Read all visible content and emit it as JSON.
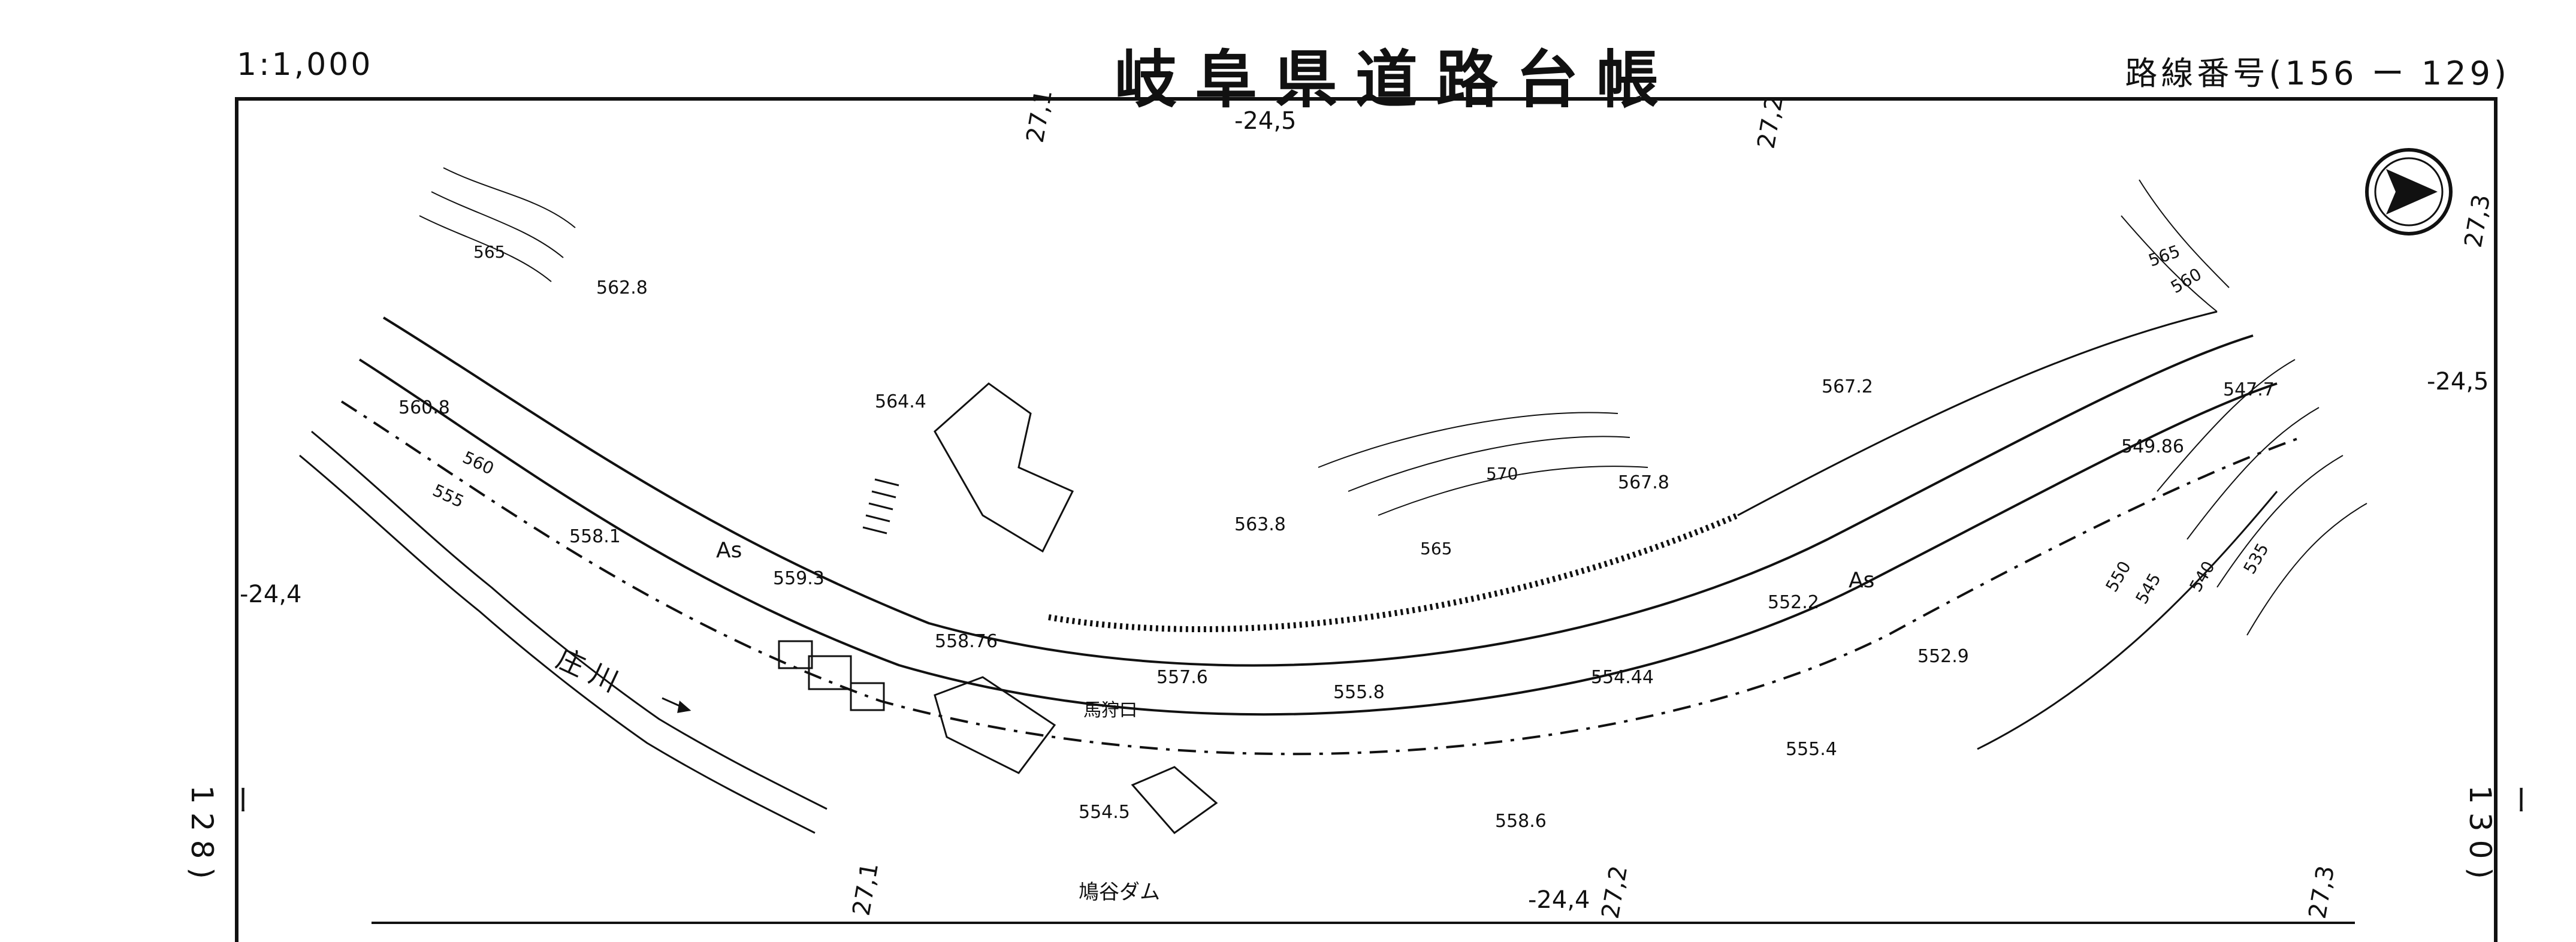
{
  "header": {
    "scale": "1:1,000",
    "title": "岐阜県道路台帳",
    "route_number": "路線番号(156 ー 129)"
  },
  "adjacent_sheets": {
    "left": "ー 128)",
    "right": "ー 130)"
  },
  "map": {
    "north_arrow": "north-arrow-icon",
    "road_surface_labels": [
      "As",
      "As"
    ],
    "river_label": "庄 川",
    "place_labels": [
      "馬狩口",
      "鳩谷ダム"
    ],
    "spot_elevations": [
      "562.8",
      "564.4",
      "560.8",
      "558.1",
      "559.3",
      "558.76",
      "557.6",
      "563.8",
      "555.8",
      "567.8",
      "567.2",
      "554.44",
      "552.2",
      "552.9",
      "549.86",
      "547.7",
      "555.4",
      "558.6",
      "554.5"
    ],
    "contour_labels": [
      "565",
      "560",
      "555",
      "570",
      "565",
      "565",
      "560",
      "550",
      "545",
      "540",
      "535"
    ],
    "grid_ticks": [
      "27,1",
      "-24,5",
      "27,2",
      "-24,4",
      "27,3",
      "-24,5",
      "27,1",
      "-24,4",
      "27,2",
      "27,3"
    ]
  }
}
